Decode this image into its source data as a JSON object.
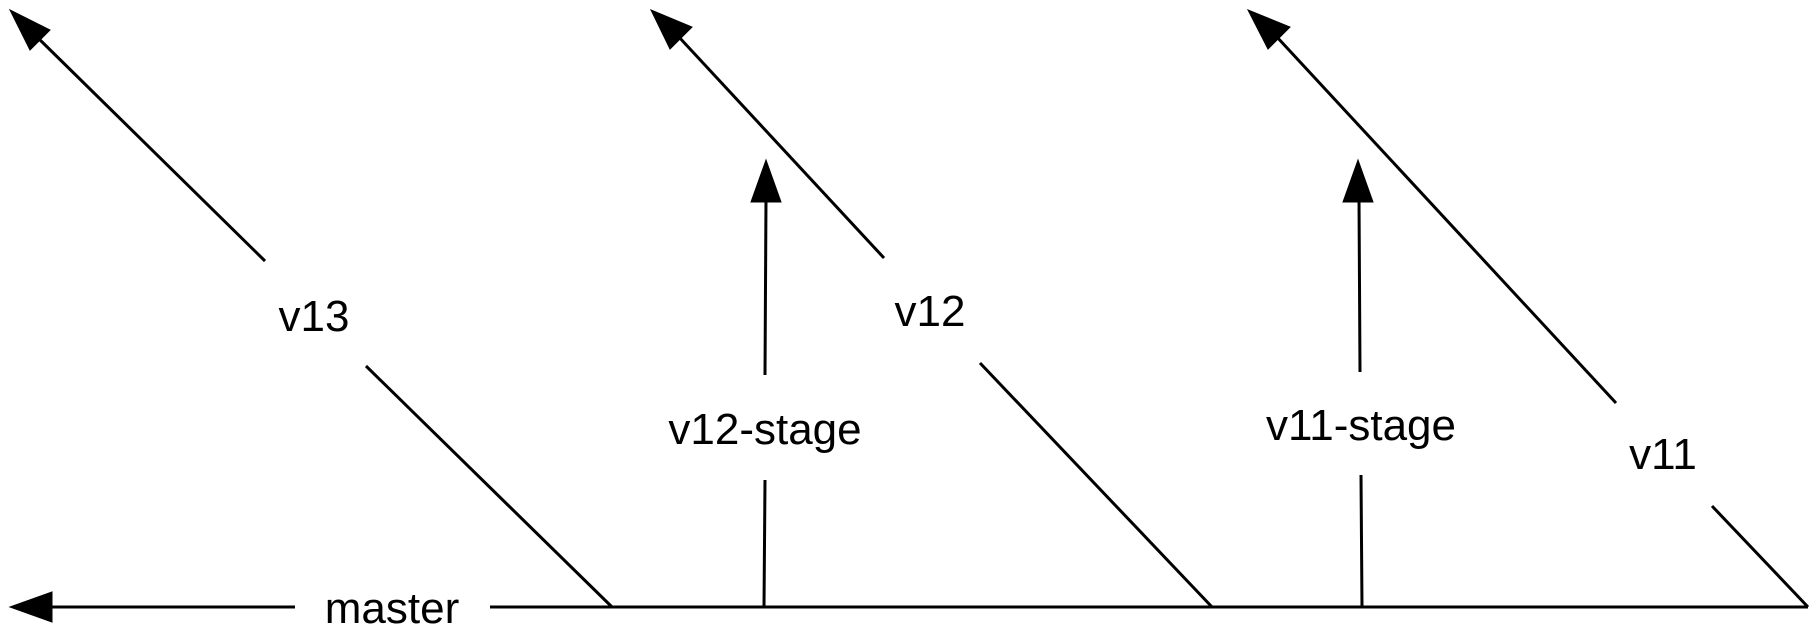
{
  "diagram": {
    "labels": {
      "master": "master",
      "v13": "v13",
      "v12_stage": "v12-stage",
      "v12": "v12",
      "v11_stage": "v11-stage",
      "v11": "v11"
    },
    "colors": {
      "line": "#000000",
      "background": "#ffffff"
    }
  }
}
